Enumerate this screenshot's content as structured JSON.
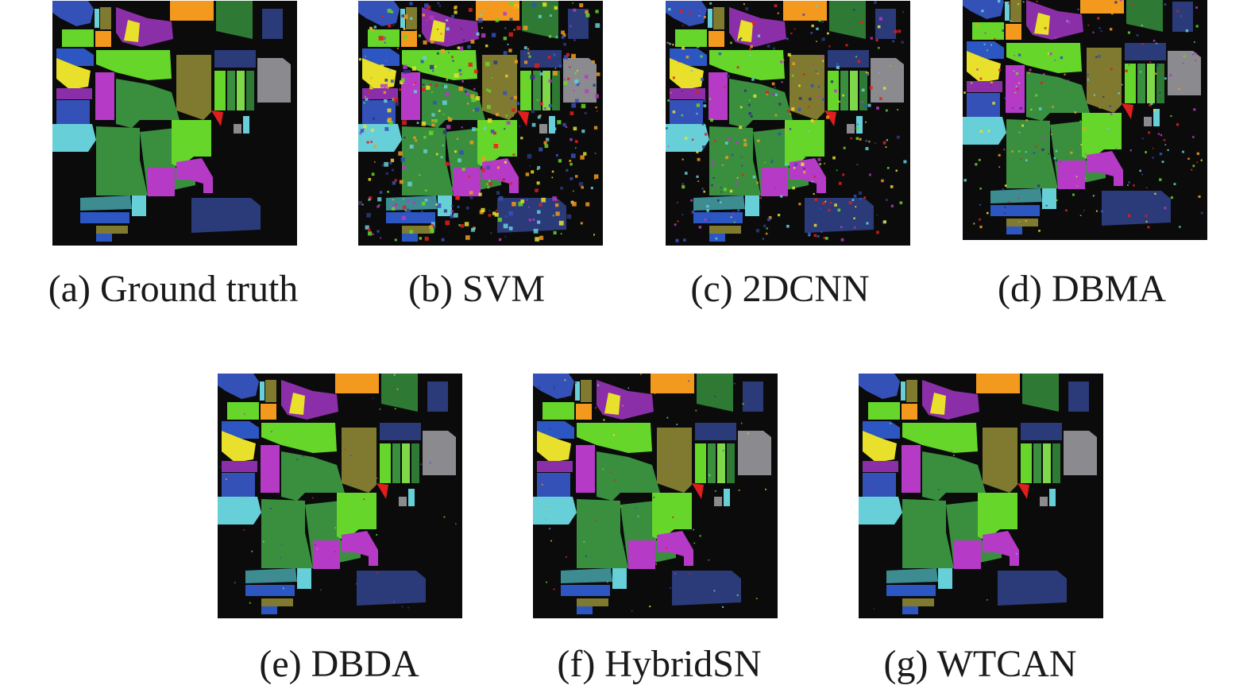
{
  "figure": {
    "panels": [
      {
        "id": "a",
        "caption": "(a) Ground truth",
        "noise": 0
      },
      {
        "id": "b",
        "caption": "(b) SVM",
        "noise": 0.55
      },
      {
        "id": "c",
        "caption": "(c) 2DCNN",
        "noise": 0.35
      },
      {
        "id": "d",
        "caption": "(d) DBMA",
        "noise": 0.25
      },
      {
        "id": "e",
        "caption": "(e) DBDA",
        "noise": 0.05
      },
      {
        "id": "f",
        "caption": "(f) HybridSN",
        "noise": 0.08
      },
      {
        "id": "g",
        "caption": "(g) WTCAN",
        "noise": 0.01
      }
    ],
    "class_colors": {
      "background": "#0b0b0b",
      "blue": "#3451b8",
      "orange": "#f39a1e",
      "green": "#3a8f3f",
      "lightgreen": "#66d62a",
      "purple": "#8b2fa8",
      "magenta": "#b53ac6",
      "yellow": "#e8e02a",
      "olive": "#7f7a30",
      "navy": "#2b3a78",
      "gray": "#8a8a8f",
      "cyan": "#66cfd8",
      "teal": "#3d8c92",
      "red": "#e01e1e",
      "darkblue": "#2c56c2",
      "darkgreen": "#2e7a34",
      "lime": "#7fd84a"
    }
  }
}
